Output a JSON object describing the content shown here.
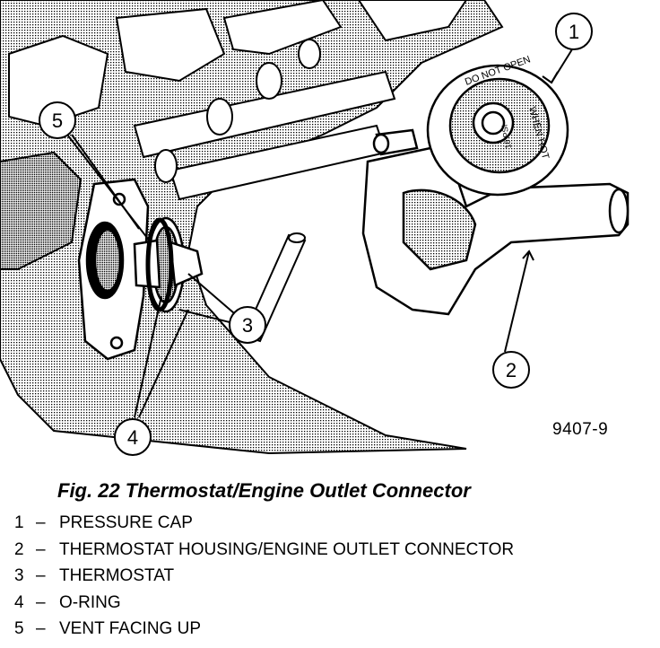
{
  "figure_id": "9407-9",
  "caption": "Fig. 22 Thermostat/Engine Outlet Connector",
  "callouts": [
    "1",
    "2",
    "3",
    "4",
    "5"
  ],
  "cap_text": {
    "outer_a": "DO NOT OPEN",
    "outer_b": "WHEN HOT",
    "inner": "16 PSI"
  },
  "legend": [
    {
      "num": "1",
      "label": "PRESSURE CAP"
    },
    {
      "num": "2",
      "label": "THERMOSTAT HOUSING/ENGINE OUTLET CONNECTOR"
    },
    {
      "num": "3",
      "label": "THERMOSTAT"
    },
    {
      "num": "4",
      "label": "O-RING"
    },
    {
      "num": "5",
      "label": "VENT FACING UP"
    }
  ],
  "dash": "–"
}
